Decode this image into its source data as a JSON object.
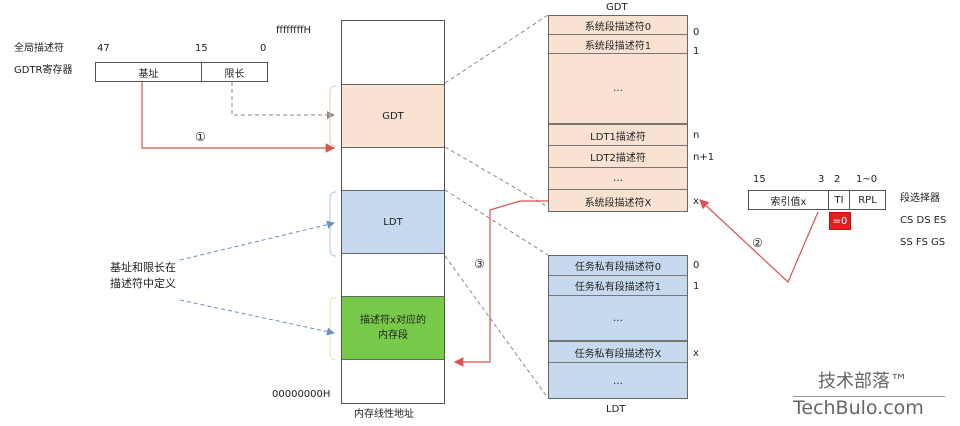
{
  "gdtr": {
    "label1": "全局描述符",
    "label2": "GDTR寄存器",
    "bit47": "47",
    "bit15": "15",
    "bit0": "0",
    "base": "基址",
    "limit": "限长"
  },
  "memory": {
    "top_addr": "ffffffffH",
    "bottom_addr": "00000000H",
    "gdt": "GDT",
    "ldt": "LDT",
    "segment_line1": "描述符x对应的",
    "segment_line2": "内存段",
    "caption": "内存线性地址"
  },
  "annotation": {
    "line1": "基址和限长在",
    "line2": "描述符中定义"
  },
  "gdt_table": {
    "title": "GDT",
    "rows": [
      "系统段描述符0",
      "系统段描述符1",
      "…",
      "LDT1描述符",
      "LDT2描述符",
      "…",
      "系统段描述符X"
    ],
    "indexes": [
      "0",
      "1",
      "",
      "n",
      "n+1",
      "",
      "x"
    ]
  },
  "ldt_table": {
    "title": "LDT",
    "rows": [
      "任务私有段描述符0",
      "任务私有段描述符1",
      "…",
      "任务私有段描述符X",
      "…"
    ],
    "indexes": [
      "0",
      "1",
      "",
      "x",
      ""
    ]
  },
  "selector": {
    "bit15": "15",
    "bit3": "3",
    "bit2": "2",
    "bit1to0": "1~0",
    "index": "索引值x",
    "ti": "TI",
    "rpl": "RPL",
    "ti_value": "=0",
    "title": "段选择器",
    "regs_line1": "CS DS ES",
    "regs_line2": "SS FS GS"
  },
  "steps": {
    "s1": "①",
    "s2": "②",
    "s3": "③"
  },
  "watermark": {
    "line1": "技术部落™",
    "line2": "TechBulo.com"
  },
  "colors": {
    "peach": "#f9e2d2",
    "blue": "#c7d9ee",
    "green": "#77c94a",
    "red_arrow": "#d9534f",
    "red_box": "#e02020"
  }
}
